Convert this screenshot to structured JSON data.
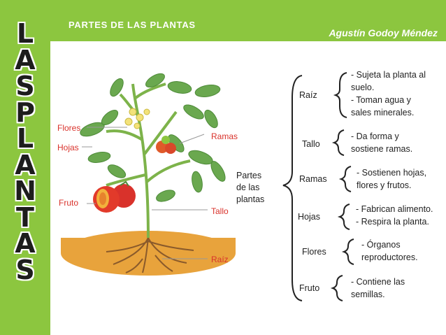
{
  "header": {
    "title": "PARTES DE LAS PLANTAS",
    "author": "Agustín Godoy Méndez"
  },
  "sidebar": {
    "letters": [
      "L",
      "A",
      "S",
      "P",
      "L",
      "A",
      "N",
      "T",
      "A",
      "S"
    ]
  },
  "colors": {
    "accent_green": "#8cc63f",
    "label_red": "#d9322b",
    "soil": "#e8a33c"
  },
  "diagram": {
    "labels": {
      "flores": "Flores",
      "hojas": "Hojas",
      "fruto": "Fruto",
      "ramas": "Ramas",
      "tallo": "Tallo",
      "raiz": "Raíz"
    },
    "partes_label": [
      "Partes",
      "de las",
      "plantas"
    ]
  },
  "parts": [
    {
      "name": "Raíz",
      "desc": [
        "- Sujeta la planta al",
        "suelo.",
        "- Toman agua y",
        "sales minerales."
      ]
    },
    {
      "name": "Tallo",
      "desc": [
        "- Da forma y",
        "sostiene ramas."
      ]
    },
    {
      "name": "Ramas",
      "desc": [
        "- Sostienen hojas,",
        "flores y frutos."
      ]
    },
    {
      "name": "Hojas",
      "desc": [
        "- Fabrican alimento.",
        "- Respira la planta."
      ]
    },
    {
      "name": "Flores",
      "desc": [
        "- Órganos",
        "reproductores."
      ]
    },
    {
      "name": "Fruto",
      "desc": [
        "- Contiene las",
        "semillas."
      ]
    }
  ]
}
